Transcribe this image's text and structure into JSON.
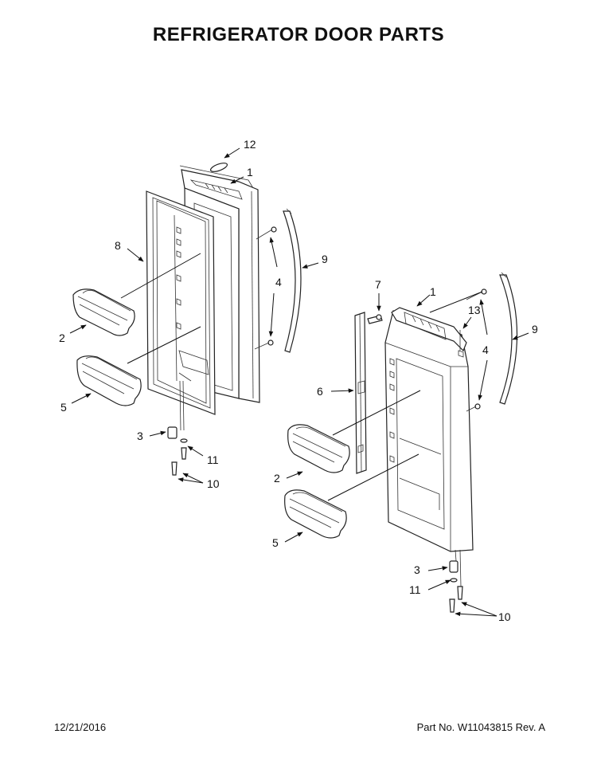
{
  "title": "REFRIGERATOR DOOR PARTS",
  "footer": {
    "date": "12/21/2016",
    "part_number": "Part No.  W11043815  Rev.  A"
  },
  "callouts": {
    "l12": "12",
    "l1": "1",
    "l8": "8",
    "l9": "9",
    "l4": "4",
    "l2": "2",
    "l5": "5",
    "l3": "3",
    "l11": "11",
    "l10": "10",
    "r7": "7",
    "r1": "1",
    "r13": "13",
    "r9": "9",
    "r4": "4",
    "r6": "6",
    "r2": "2",
    "r5": "5",
    "r3": "3",
    "r11": "11",
    "r10": "10"
  },
  "icons": [
    "arrowhead-icon"
  ]
}
